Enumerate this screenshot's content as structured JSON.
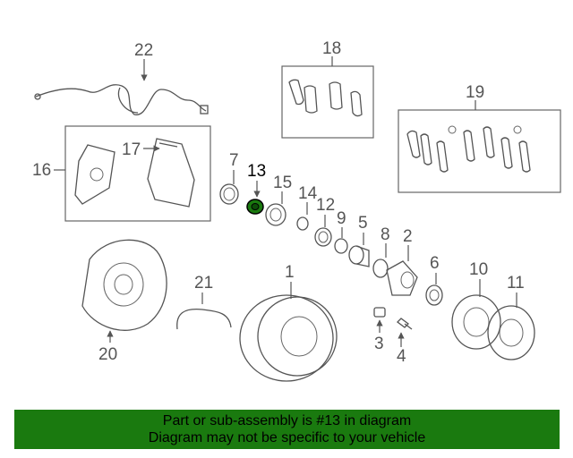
{
  "diagram": {
    "highlighted_part": "13",
    "callouts": [
      "1",
      "2",
      "3",
      "4",
      "5",
      "6",
      "7",
      "8",
      "9",
      "10",
      "11",
      "12",
      "13",
      "14",
      "15",
      "16",
      "17",
      "18",
      "19",
      "20",
      "21",
      "22"
    ],
    "highlight_color": "#1a7a0f"
  },
  "banner": {
    "line1": "Part or sub-assembly is #13 in diagram",
    "line2": "Diagram may not be specific to your vehicle",
    "background": "#1a7a0f"
  }
}
